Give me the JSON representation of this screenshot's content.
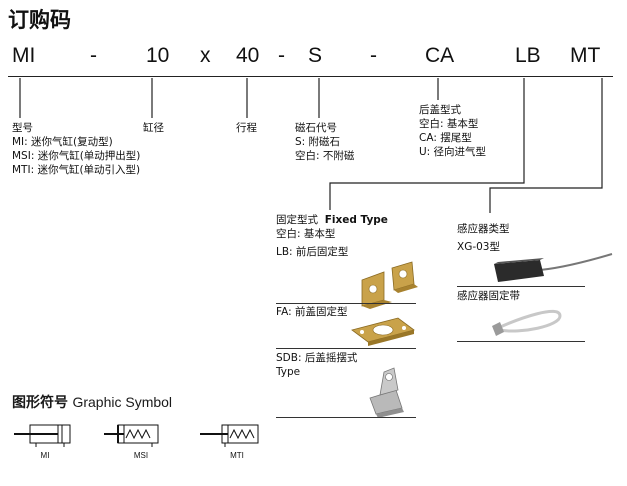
{
  "title": "订购码",
  "code": [
    "MI",
    "-",
    "10",
    "x",
    "40",
    "-",
    "S",
    "-",
    "CA",
    "LB",
    "MT"
  ],
  "model": {
    "heading": "型号",
    "lines": [
      "MI: 迷你气缸(复动型)",
      "MSI: 迷你气缸(单动押出型)",
      "MTI: 迷你气缸(单动引入型)"
    ]
  },
  "bore": {
    "heading": "缸径"
  },
  "stroke": {
    "heading": "行程"
  },
  "magnet": {
    "heading": "磁石代号",
    "lines": [
      "S: 附磁石",
      "空白: 不附磁"
    ]
  },
  "rear_cover": {
    "heading": "后盖型式",
    "lines": [
      "空白: 基本型",
      "CA: 摆尾型",
      "U: 径向进气型"
    ]
  },
  "fixed": {
    "heading_cn": "固定型式",
    "heading_en": "Fixed Type",
    "basic": "空白: 基本型",
    "lb": "LB: 前后固定型",
    "fa": "FA: 前盖固定型",
    "sdb": "SDB: 后盖摇摆式",
    "sdb_en": "Type"
  },
  "sensor": {
    "heading": "感应器类型",
    "model": "XG-03型",
    "bracket": "感应器固定带"
  },
  "graphic_symbol": {
    "heading_cn": "图形符号",
    "heading_en": "Graphic Symbol",
    "labels": [
      "MI",
      "MSI",
      "MTI"
    ]
  },
  "colors": {
    "bracket_gold": "#c9a24a",
    "bracket_silver": "#b9b9b9",
    "sensor_dark": "#2b2b2b",
    "band_silver": "#c8c8c8"
  }
}
